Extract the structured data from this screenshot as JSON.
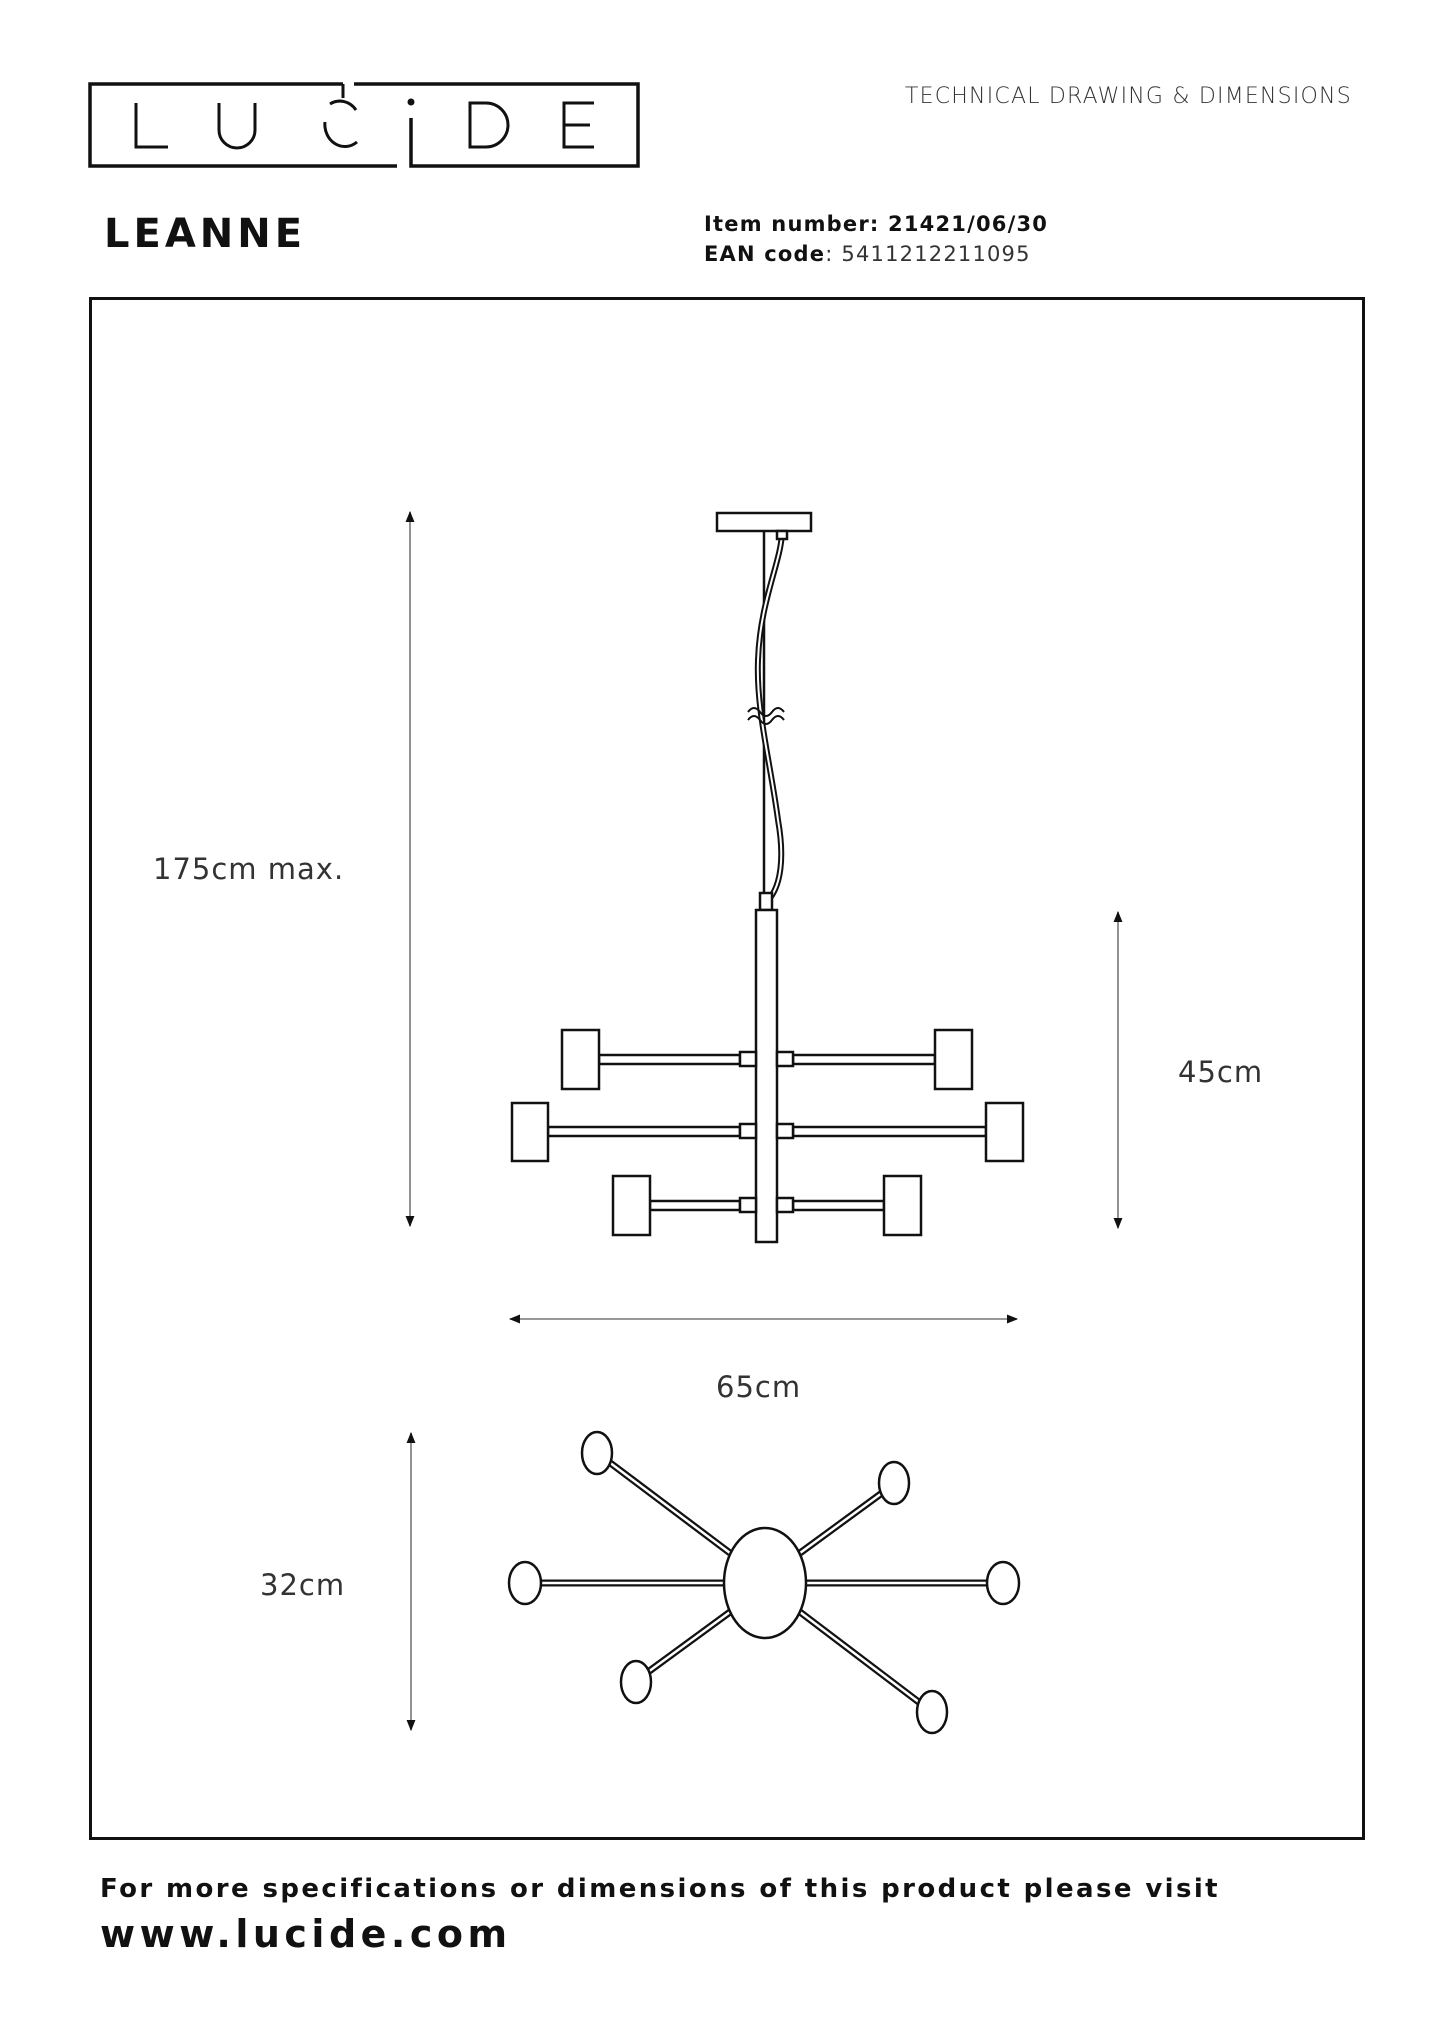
{
  "brand": {
    "logo_letters": [
      "L",
      "U",
      "C",
      "i",
      "D",
      "E"
    ],
    "logo_text": "LUCIDE"
  },
  "header": {
    "document_type": "TECHNICAL DRAWING & DIMENSIONS",
    "product_name": "LEANNE",
    "item_number_label": "Item number: ",
    "item_number": "21421/06/30",
    "ean_label": "EAN code",
    "ean_separator": ": ",
    "ean_code": "5411212211095"
  },
  "drawing": {
    "side_view": {
      "total_height_label": "175cm max.",
      "fixture_height_label": "45cm",
      "width_label": "65cm",
      "arm_count": 6,
      "arm_rows": 3
    },
    "top_view": {
      "depth_label": "32cm",
      "arm_count": 6
    },
    "line_color": "#111111",
    "dimension_line_color": "#777777"
  },
  "footer": {
    "info_text": "For more specifications or dimensions of this product please visit",
    "website": "www.lucide.com"
  }
}
